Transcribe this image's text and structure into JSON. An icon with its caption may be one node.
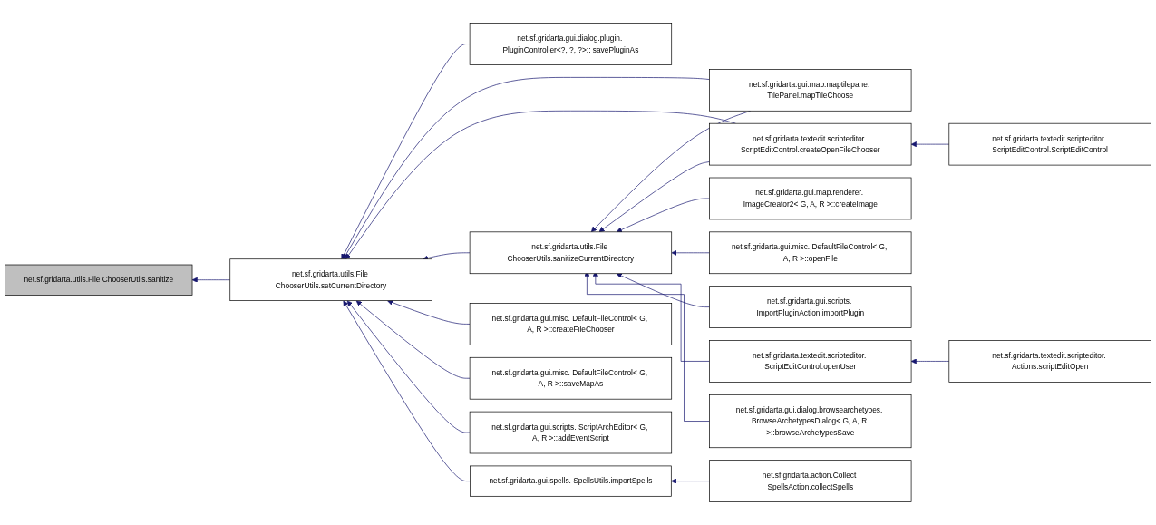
{
  "diagram": {
    "nodes": [
      {
        "text": [
          "net.sf.gridarta.utils.File ChooserUtils.sanitize"
        ]
      },
      {
        "text": [
          "net.sf.gridarta.utils.File ChooserUtils.setCurrentDirectory"
        ]
      },
      {
        "text": [
          "net.sf.gridarta.gui.dialog.plugin. PluginController<?, ?, ?>:: savePluginAs"
        ]
      },
      {
        "text": [
          "net.sf.gridarta.gui.map.maptilepane. TilePanel.mapTileChoose"
        ]
      },
      {
        "text": [
          "net.sf.gridarta.textedit.scripteditor. ScriptEditControl.createOpenFileChooser"
        ]
      },
      {
        "text": [
          "net.sf.gridarta.utils.File ChooserUtils.sanitizeCurrentDirectory"
        ]
      },
      {
        "text": [
          "net.sf.gridarta.gui.misc. DefaultFileControl< G, A, R >::createFileChooser"
        ]
      },
      {
        "text": [
          "net.sf.gridarta.gui.misc. DefaultFileControl< G, A, R >::saveMapAs"
        ]
      },
      {
        "text": [
          "net.sf.gridarta.gui.scripts. ScriptArchEditor< G, A, R >::addEventScript"
        ]
      },
      {
        "text": [
          "net.sf.gridarta.gui.spells. SpellsUtils.importSpells"
        ]
      },
      {
        "text": [
          "net.sf.gridarta.textedit.scripteditor. ScriptEditControl.ScriptEditControl"
        ]
      },
      {
        "text": [
          "net.sf.gridarta.gui.map.renderer. ImageCreator2< G, A, R >::createImage"
        ]
      },
      {
        "text": [
          "net.sf.gridarta.gui.misc. DefaultFileControl< G, A, R >::openFile"
        ]
      },
      {
        "text": [
          "net.sf.gridarta.gui.scripts. ImportPluginAction.importPlugin"
        ]
      },
      {
        "text": [
          "net.sf.gridarta.textedit.scripteditor. ScriptEditControl.openUser"
        ]
      },
      {
        "text": [
          "net.sf.gridarta.textedit.scripteditor. Actions.scriptEditOpen"
        ]
      },
      {
        "text": [
          "net.sf.gridarta.gui.dialog.browsearchetypes. BrowseArchetypesDialog< G, A, R >::browseArchetypesSave"
        ]
      },
      {
        "text": [
          "net.sf.gridarta.action.Collect SpellsAction.collectSpells"
        ]
      }
    ],
    "edges": [
      {
        "from": 1,
        "to": 0,
        "arrow": "to"
      },
      {
        "from": 2,
        "to": 1,
        "arrow": "to"
      },
      {
        "from": 3,
        "to": 1,
        "arrow": "to"
      },
      {
        "from": 4,
        "to": 1,
        "arrow": "to"
      },
      {
        "from": 5,
        "to": 1,
        "arrow": "to"
      },
      {
        "from": 6,
        "to": 1,
        "arrow": "to"
      },
      {
        "from": 7,
        "to": 1,
        "arrow": "to"
      },
      {
        "from": 8,
        "to": 1,
        "arrow": "to"
      },
      {
        "from": 9,
        "to": 1,
        "arrow": "to"
      },
      {
        "from": 3,
        "to": 5,
        "arrow": "to"
      },
      {
        "from": 4,
        "to": 5,
        "arrow": "to"
      },
      {
        "from": 11,
        "to": 5,
        "arrow": "to"
      },
      {
        "from": 12,
        "to": 5,
        "arrow": "to"
      },
      {
        "from": 13,
        "to": 5,
        "arrow": "to"
      },
      {
        "from": 14,
        "to": 5,
        "arrow": "to"
      },
      {
        "from": 16,
        "to": 5,
        "arrow": "to"
      },
      {
        "from": 10,
        "to": 4,
        "arrow": "to"
      },
      {
        "from": 15,
        "to": 14,
        "arrow": "to"
      },
      {
        "from": 17,
        "to": 9,
        "arrow": "to"
      }
    ]
  }
}
